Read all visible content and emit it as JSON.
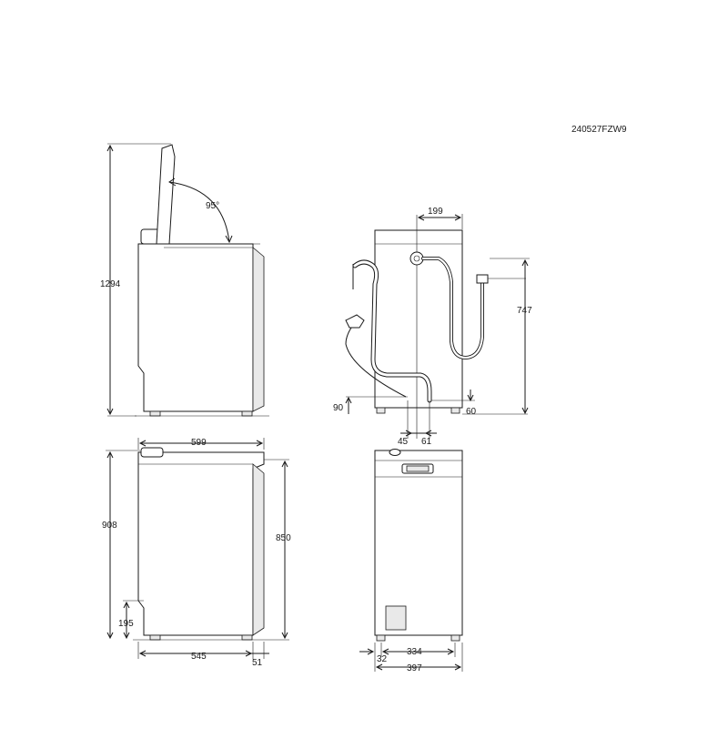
{
  "drawing_code": "240527FZW9",
  "views": {
    "side_open": {
      "height_lid_open": "1294",
      "lid_angle": "95°"
    },
    "back": {
      "hose_offset": "199",
      "inlet_height": "747",
      "drain_height": "90",
      "foot_height": "60",
      "drain_offset_left": "45",
      "drain_offset_right": "61"
    },
    "side": {
      "depth_top": "599",
      "height_total": "908",
      "height_body": "850",
      "base_height": "195",
      "depth_body": "545",
      "depth_extra": "51"
    },
    "front": {
      "foot_inset": "32",
      "foot_spacing": "334",
      "width": "397"
    }
  }
}
